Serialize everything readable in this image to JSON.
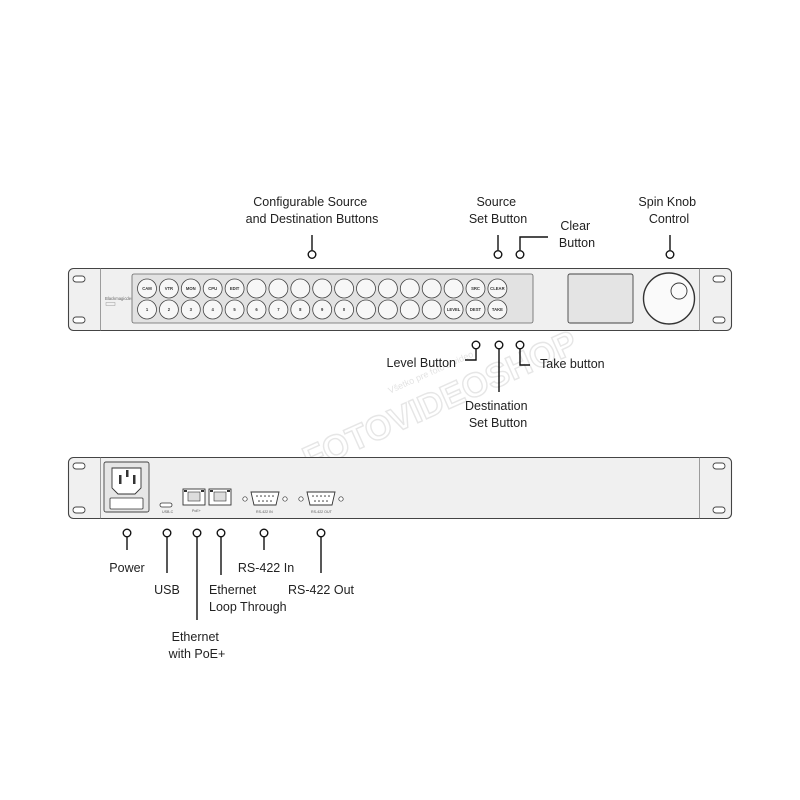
{
  "watermark": {
    "main": "FOTOVIDEOSHOP",
    "sub": "Všetko pre foto a video"
  },
  "front_panel": {
    "brand": "Blackmagicdesign",
    "top_row_buttons": [
      "CAM",
      "VTR",
      "MON",
      "CPU",
      "EDIT",
      "",
      "",
      "",
      "",
      "",
      "",
      "",
      "",
      "",
      "",
      "SRC",
      "CLEAR"
    ],
    "bottom_row_buttons": [
      "1",
      "2",
      "3",
      "4",
      "5",
      "6",
      "7",
      "8",
      "9",
      "0",
      "",
      "",
      "",
      "",
      "LEVEL",
      "DEST",
      "TAKE"
    ]
  },
  "rear_panel": {
    "port_labels": {
      "usb": "USB-C",
      "ethernet": "PoE+",
      "rs422_in": "RS-422 IN",
      "rs422_out": "RS-422 OUT"
    }
  },
  "callouts": {
    "configurable": [
      "Configurable Source",
      "and Destination Buttons"
    ],
    "source_set": [
      "Source",
      "Set Button"
    ],
    "clear": [
      "Clear",
      "Button"
    ],
    "spin_knob": [
      "Spin Knob",
      "Control"
    ],
    "level": "Level Button",
    "destination_set": [
      "Destination",
      "Set Button"
    ],
    "take": "Take button",
    "power": "Power",
    "usb": "USB",
    "ethernet_poe": [
      "Ethernet",
      "with PoE+"
    ],
    "ethernet_loop": [
      "Ethernet",
      "Loop Through"
    ],
    "rs422_in": "RS-422 In",
    "rs422_out": "RS-422 Out"
  }
}
